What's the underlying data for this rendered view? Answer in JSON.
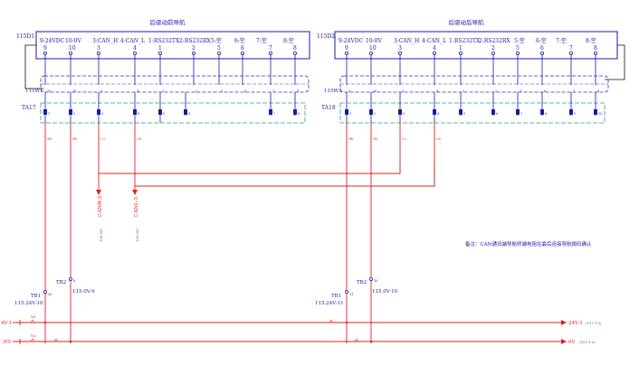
{
  "left_module": {
    "title": "后驱动前导航",
    "box_id": "115D1",
    "pins": [
      {
        "label": "9:24VDC",
        "num": "9"
      },
      {
        "label": "10:0V",
        "num": "10"
      },
      {
        "label": "3:CAN_H",
        "num": "3"
      },
      {
        "label": "4:CAN_L",
        "num": "4"
      },
      {
        "label": "1:RS232TX",
        "num": "1"
      },
      {
        "label": "2:RS232RX",
        "num": "2"
      },
      {
        "label": "5:空",
        "num": "5"
      },
      {
        "label": "6:空",
        "num": "6"
      },
      {
        "label": "7:空",
        "num": "7"
      },
      {
        "label": "8:空",
        "num": "8"
      }
    ],
    "conn_id": "115W1",
    "conn_nums": [
      "10",
      "10",
      "3",
      "4",
      "1",
      "2",
      "5",
      "6",
      "7",
      "8"
    ],
    "term_id": "TA17",
    "term_nums": [
      "1",
      "2",
      "3",
      "4",
      "5",
      "6",
      "7",
      "8"
    ],
    "wire_labels": [
      "9B",
      "9B",
      "C3",
      "C4"
    ],
    "can_h_label": "CANH-3",
    "can_l_label": "CANL-3",
    "can_h_ref": "108.0/B",
    "can_l_ref": "108.0/D",
    "tb1_label": "TB1",
    "tb1_num": "10",
    "tb1_wire": "115.24V-10",
    "tb2_label": "TB2",
    "tb2_num": "8",
    "tb2_wire": "115.0V-9"
  },
  "right_module": {
    "title": "后驱动后导航",
    "box_id": "115D2",
    "pins": [
      {
        "label": "9:24VDC",
        "num": "9"
      },
      {
        "label": "10:0V",
        "num": "10"
      },
      {
        "label": "3:CAN_H",
        "num": "3"
      },
      {
        "label": "4:CAN_L",
        "num": "4"
      },
      {
        "label": "1:RS232TX",
        "num": "1"
      },
      {
        "label": "2:RS232RX",
        "num": "2"
      },
      {
        "label": "5:空",
        "num": "5"
      },
      {
        "label": "6:空",
        "num": "6"
      },
      {
        "label": "7:空",
        "num": "7"
      },
      {
        "label": "8:空",
        "num": "8"
      }
    ],
    "conn_id": "115W2",
    "conn_nums": [
      "9",
      "10",
      "3",
      "4",
      "1",
      "2",
      "5",
      "6",
      "7",
      "8"
    ],
    "term_id": "TA18",
    "term_nums": [
      "1",
      "2",
      "3",
      "4",
      "5",
      "6",
      "7",
      "8",
      "9",
      "10"
    ],
    "wire_labels": [
      "9B",
      "9B",
      "C3",
      "C4"
    ],
    "tb1_label": "TB1",
    "tb1_num": "11",
    "tb1_wire": "115.24V-11",
    "tb2_label": "TB2",
    "tb2_num": "10",
    "tb2_wire": "115.0V-10"
  },
  "note": "备注：CAN通讯端导航终端电阻在最后连接导航拨码确认",
  "bus": {
    "left_24v": "4V-1",
    "left_0v": "/0V",
    "left_24v_sub": "W1",
    "left_0v_sub": "W2",
    "right_24v": "24V-1",
    "right_24v_ref": "/117.1:A",
    "right_0v": "0V",
    "right_0v_ref": "/105.1:A"
  },
  "colors": {
    "blue": "#1a1aa8",
    "red": "#e02020",
    "cyan": "#20a0a0",
    "green": "#2e8b2e"
  }
}
